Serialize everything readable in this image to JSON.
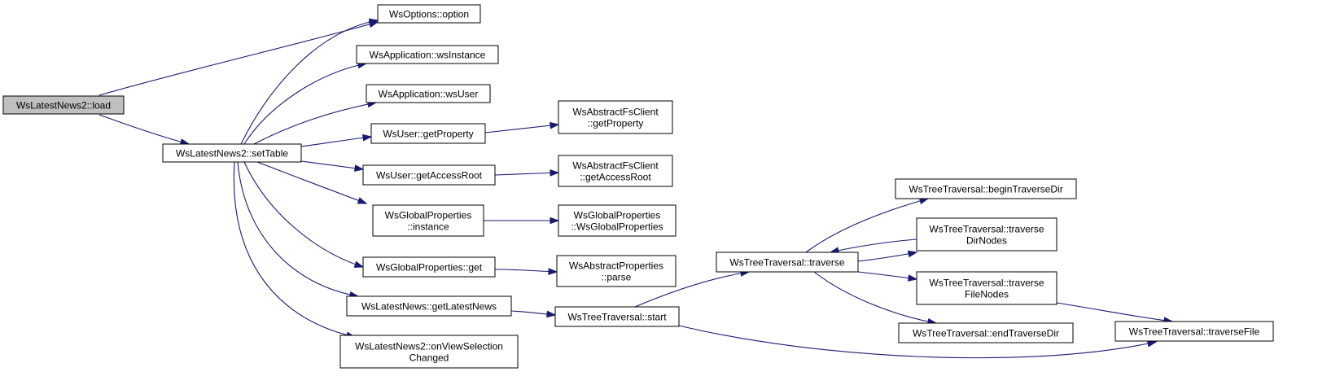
{
  "graph": {
    "edge_color": "#191970",
    "node_fill": "#ffffff",
    "root_fill": "#bfbfbf",
    "nodes": [
      {
        "id": "load",
        "lines": [
          "WsLatestNews2::load"
        ],
        "root": true
      },
      {
        "id": "setTable",
        "lines": [
          "WsLatestNews2::setTable"
        ]
      },
      {
        "id": "option",
        "lines": [
          "WsOptions::option"
        ]
      },
      {
        "id": "wsInstance",
        "lines": [
          "WsApplication::wsInstance"
        ]
      },
      {
        "id": "wsUser",
        "lines": [
          "WsApplication::wsUser"
        ]
      },
      {
        "id": "getProperty",
        "lines": [
          "WsUser::getProperty"
        ]
      },
      {
        "id": "getAccessRoot",
        "lines": [
          "WsUser::getAccessRoot"
        ]
      },
      {
        "id": "gpInstance",
        "lines": [
          "WsGlobalProperties",
          "::instance"
        ]
      },
      {
        "id": "gpGet",
        "lines": [
          "WsGlobalProperties::get"
        ]
      },
      {
        "id": "getLatestNews",
        "lines": [
          "WsLatestNews::getLatestNews"
        ]
      },
      {
        "id": "onViewSel",
        "lines": [
          "WsLatestNews2::onViewSelection",
          "Changed"
        ]
      },
      {
        "id": "afsGetProperty",
        "lines": [
          "WsAbstractFsClient",
          "::getProperty"
        ]
      },
      {
        "id": "afsGetAccessRoot",
        "lines": [
          "WsAbstractFsClient",
          "::getAccessRoot"
        ]
      },
      {
        "id": "gpCtor",
        "lines": [
          "WsGlobalProperties",
          "::WsGlobalProperties"
        ]
      },
      {
        "id": "apParse",
        "lines": [
          "WsAbstractProperties",
          "::parse"
        ]
      },
      {
        "id": "ttStart",
        "lines": [
          "WsTreeTraversal::start"
        ]
      },
      {
        "id": "ttTraverse",
        "lines": [
          "WsTreeTraversal::traverse"
        ]
      },
      {
        "id": "ttBegin",
        "lines": [
          "WsTreeTraversal::beginTraverseDir"
        ]
      },
      {
        "id": "ttDirNodes",
        "lines": [
          "WsTreeTraversal::traverse",
          "DirNodes"
        ]
      },
      {
        "id": "ttFileNodes",
        "lines": [
          "WsTreeTraversal::traverse",
          "FileNodes"
        ]
      },
      {
        "id": "ttEnd",
        "lines": [
          "WsTreeTraversal::endTraverseDir"
        ]
      },
      {
        "id": "ttFile",
        "lines": [
          "WsTreeTraversal::traverseFile"
        ]
      }
    ],
    "edges": [
      {
        "from": "load",
        "to": "option"
      },
      {
        "from": "load",
        "to": "setTable"
      },
      {
        "from": "setTable",
        "to": "option"
      },
      {
        "from": "setTable",
        "to": "wsInstance"
      },
      {
        "from": "setTable",
        "to": "wsUser"
      },
      {
        "from": "setTable",
        "to": "getProperty"
      },
      {
        "from": "setTable",
        "to": "getAccessRoot"
      },
      {
        "from": "setTable",
        "to": "gpInstance"
      },
      {
        "from": "setTable",
        "to": "gpGet"
      },
      {
        "from": "setTable",
        "to": "getLatestNews"
      },
      {
        "from": "setTable",
        "to": "onViewSel"
      },
      {
        "from": "getProperty",
        "to": "afsGetProperty"
      },
      {
        "from": "getAccessRoot",
        "to": "afsGetAccessRoot"
      },
      {
        "from": "gpInstance",
        "to": "gpCtor"
      },
      {
        "from": "gpGet",
        "to": "apParse"
      },
      {
        "from": "getLatestNews",
        "to": "ttStart"
      },
      {
        "from": "ttStart",
        "to": "ttTraverse"
      },
      {
        "from": "ttStart",
        "to": "ttFile"
      },
      {
        "from": "ttTraverse",
        "to": "ttBegin"
      },
      {
        "from": "ttTraverse",
        "to": "ttDirNodes"
      },
      {
        "from": "ttTraverse",
        "to": "ttFileNodes"
      },
      {
        "from": "ttTraverse",
        "to": "ttEnd"
      },
      {
        "from": "ttDirNodes",
        "to": "ttTraverse"
      },
      {
        "from": "ttFileNodes",
        "to": "ttFile"
      }
    ]
  }
}
